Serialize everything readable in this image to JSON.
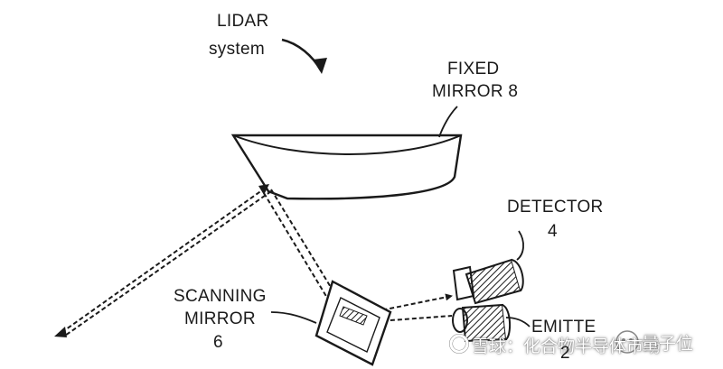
{
  "diagram": {
    "title_line1": "LIDAR",
    "title_line2": "system",
    "fixed_mirror_line1": "FIXED",
    "fixed_mirror_line2": "MIRROR 8",
    "detector_line1": "DETECTOR",
    "detector_line2": "4",
    "scanning_line1": "SCANNING",
    "scanning_line2": "MIRROR",
    "scanning_line3": "6",
    "emitter_line1": "EMITTE",
    "emitter_line2": "2"
  },
  "watermark": {
    "left": "雪球：化合物半导体市场",
    "right": "量子位"
  },
  "colors": {
    "line": "#1a1a1a",
    "background": "#ffffff"
  }
}
